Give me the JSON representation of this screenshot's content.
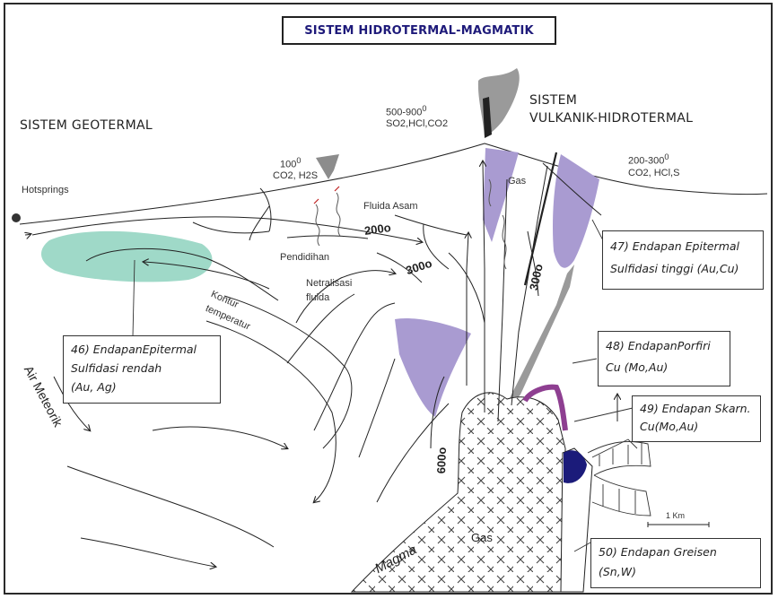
{
  "title": "SISTEM HIDROTERMAL-MAGMATIK",
  "systems": {
    "geothermal": "SISTEM GEOTERMAL",
    "volcanic_line1": "SISTEM",
    "volcanic_line2": "VULKANIK-HIDROTERMAL"
  },
  "temps": {
    "t100": "100",
    "t100_gas": "CO2, H2S",
    "t500_900": "500-900",
    "t500_900_gas": "SO2,HCl,CO2",
    "t200_300": "200-300",
    "t200_300_gas": "CO2, HCl,S"
  },
  "labels": {
    "hotsprings": "Hotsprings",
    "fluida_asam": "Fluida Asam",
    "pendidihan": "Pendidihan",
    "netralisasi_1": "Netralisasi",
    "netralisasi_2": "fluida",
    "kontur_1": "Kontur",
    "kontur_2": "temperatur",
    "air_meteorik": "Air Meteorik",
    "magma": "Magma",
    "gas_top": "Gas",
    "gas_bottom": "Gas",
    "iso_200": "200o",
    "iso_300a": "300o",
    "iso_300b": "300o",
    "iso_600": "600o",
    "scale": "1 Km"
  },
  "deposits": [
    {
      "lines": [
        "46) EndapanEpitermal",
        "Sulfidasi rendah",
        "(Au, Ag)"
      ]
    },
    {
      "lines": [
        "47) Endapan Epitermal",
        "Sulfidasi tinggi (Au,Cu)"
      ]
    },
    {
      "lines": [
        "48)  EndapanPorfiri",
        "Cu (Mo,Au)"
      ]
    },
    {
      "lines": [
        "49) Endapan Skarn.",
        "Cu(Mo,Au)"
      ]
    },
    {
      "lines": [
        "50)  Endapan Greisen",
        "(Sn,W)"
      ]
    }
  ],
  "colors": {
    "title_text": "#1e1a7a",
    "teal_zone": "#9fd9c8",
    "purple_zone": "#a99bd1",
    "magenta_cap": "#8e3f91",
    "navy_skarn": "#1b1b7a",
    "gray_vent": "#8c8c8c"
  }
}
